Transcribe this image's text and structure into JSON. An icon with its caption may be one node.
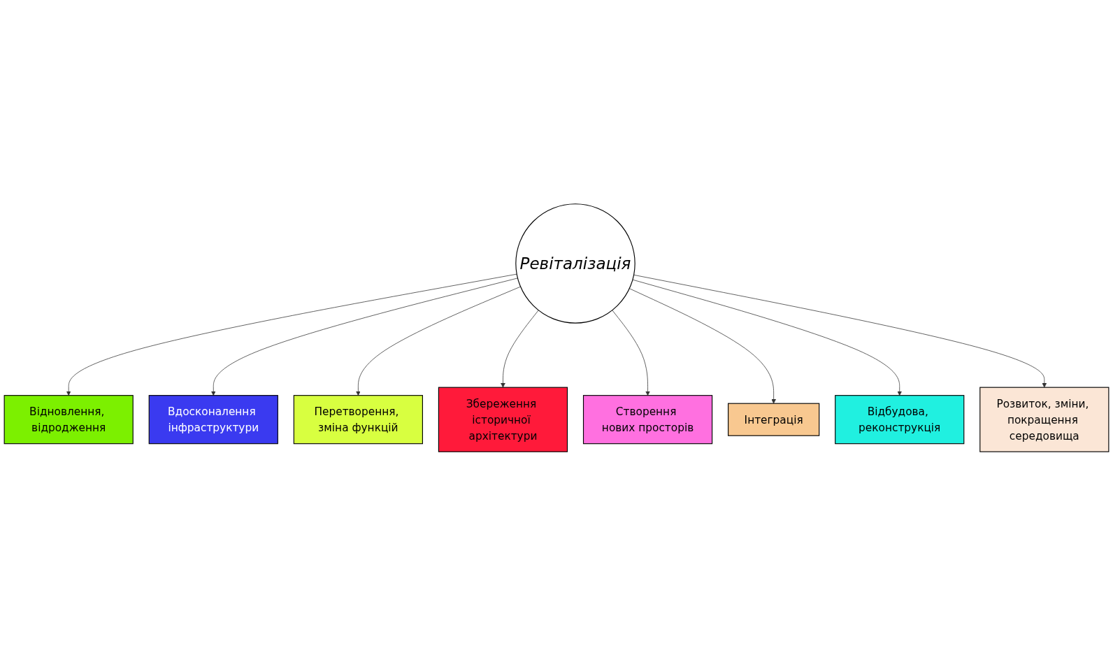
{
  "diagram": {
    "nodes": [
      {
        "text": [
          "Ревіталізація"
        ]
      },
      {
        "text": [
          "Відновлення, відродження"
        ]
      },
      {
        "text": [
          "Вдосконалення інфраструктури"
        ]
      },
      {
        "text": [
          "Перетворення, зміна функцій"
        ]
      },
      {
        "text": [
          "Збереження історичної архітектури"
        ]
      },
      {
        "text": [
          "Створення нових просторів"
        ]
      },
      {
        "text": [
          "Інтеграція"
        ]
      },
      {
        "text": [
          "Відбудова, реконструкція"
        ]
      },
      {
        "text": [
          "Розвиток, зміни, покращення середовища"
        ]
      }
    ],
    "edges": [
      {
        "from": 0,
        "to": 1,
        "arrow": "to"
      },
      {
        "from": 0,
        "to": 2,
        "arrow": "to"
      },
      {
        "from": 0,
        "to": 3,
        "arrow": "to"
      },
      {
        "from": 0,
        "to": 4,
        "arrow": "to"
      },
      {
        "from": 0,
        "to": 5,
        "arrow": "to"
      },
      {
        "from": 0,
        "to": 6,
        "arrow": "to"
      },
      {
        "from": 0,
        "to": 7,
        "arrow": "to"
      },
      {
        "from": 0,
        "to": 8,
        "arrow": "to"
      }
    ]
  }
}
